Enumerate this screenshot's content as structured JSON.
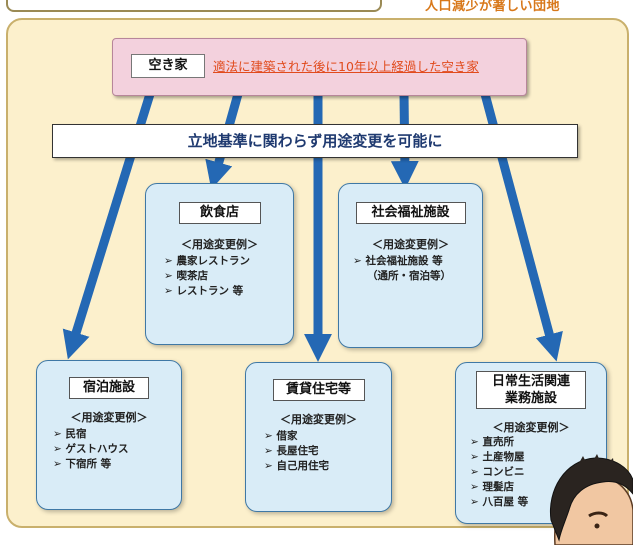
{
  "vacant": {
    "label": "空き家",
    "definition": "適法に建築された後に10年以上経過した空き家"
  },
  "caption": "人口減少が著しい団地",
  "policy": "立地基準に関わらず用途変更を可能に",
  "examples_title": "＜用途変更例＞",
  "cards": {
    "restaurant": {
      "title": "飲食店",
      "items": [
        "➢ 農家レストラン",
        "➢ 喫茶店",
        "➢ レストラン 等"
      ]
    },
    "welfare": {
      "title": "社会福祉施設",
      "items": [
        "➢ 社会福祉施設 等",
        "（通所・宿泊等）"
      ]
    },
    "lodging": {
      "title": "宿泊施設",
      "items": [
        "➢ 民宿",
        "➢ ゲストハウス",
        "➢ 下宿所 等"
      ]
    },
    "rental": {
      "title": "賃貸住宅等",
      "items": [
        "➢ 借家",
        "➢ 長屋住宅",
        "➢ 自己用住宅"
      ]
    },
    "daily": {
      "title_line1": "日常生活関連",
      "title_line2": "業務施設",
      "items": [
        "➢ 直売所",
        "➢ 土産物屋",
        "➢ コンビニ",
        "➢ 理髪店",
        "➢ 八百屋 等"
      ]
    }
  },
  "colors": {
    "arrow": "#2468b4",
    "panel": "#fcf0cc",
    "card": "#d9ecf7",
    "vacant_bar": "#f3d1dd",
    "definition_text": "#e14b1d",
    "caption_text": "#d8781a"
  }
}
